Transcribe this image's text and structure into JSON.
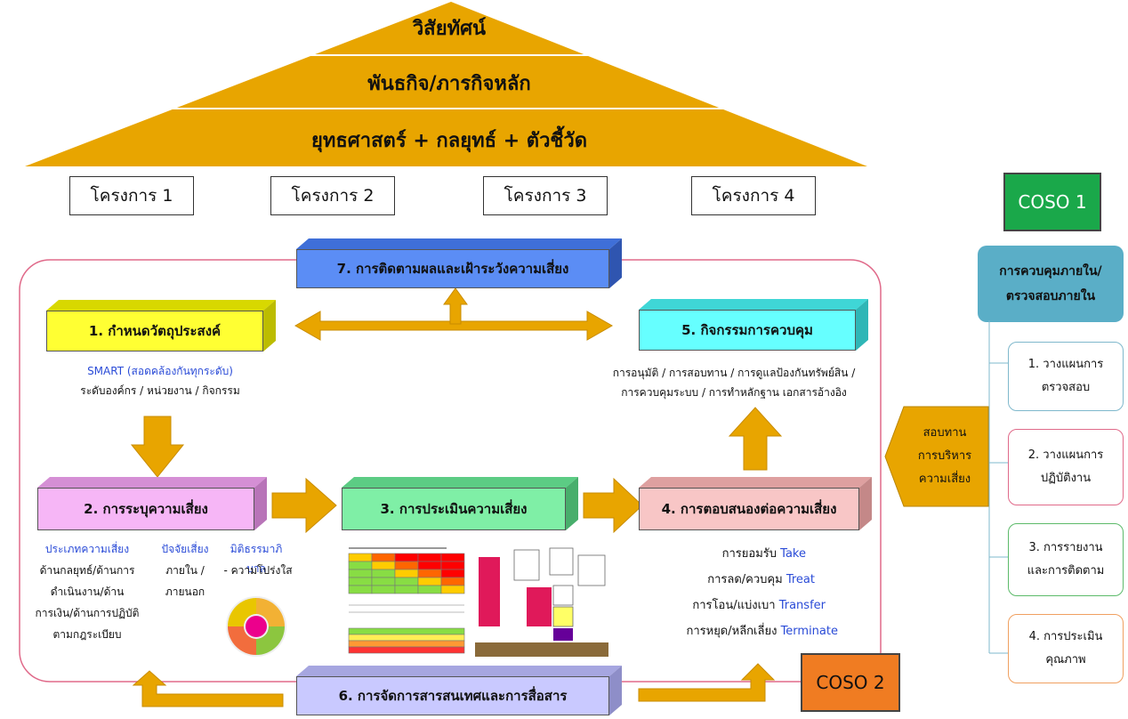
{
  "pyramid": {
    "vision": "วิสัยทัศน์",
    "mission": "พันธกิจ/ภารกิจหลัก",
    "strategy": "ยุทธศาสตร์ + กลยุทธ์ + ตัวชี้วัด"
  },
  "projects": [
    "โครงการ 1",
    "โครงการ 2",
    "โครงการ 3",
    "โครงการ 4"
  ],
  "steps": {
    "s1": "1. กำหนดวัตถุประสงค์",
    "s2": "2. การระบุความเสี่ยง",
    "s3": "3. การประเมินความเสี่ยง",
    "s4": "4. การตอบสนองต่อความเสี่ยง",
    "s5": "5. กิจกรรมการควบคุม",
    "s6": "6. การจัดการสารสนเทศและการสื่อสาร",
    "s7": "7. การติดตามผลและเฝ้าระวังความเสี่ยง"
  },
  "objective_notes": {
    "smart": "SMART (สอดคล้องกันทุกระดับ)",
    "levels": "ระดับองค์กร / หน่วยงาน / กิจกรรม"
  },
  "control_notes": {
    "line1": "การอนุมัติ / การสอบทาน / การดูแลป้องกันทรัพย์สิน /",
    "line2": "การควบคุมระบบ / การทำหลักฐาน เอกสารอ้างอิง"
  },
  "risk_identification": {
    "type_heading": "ประเภทความเสี่ยง",
    "type_lines": [
      "ด้านกลยุทธ์/ด้านการ",
      "ดำเนินงาน/ด้าน",
      "การเงิน/ด้านการปฏิบัติ",
      "ตามกฎระเบียบ"
    ],
    "factor_heading": "ปัจจัยเสี่ยง",
    "factor_lines": [
      "ภายใน /",
      "ภายนอก"
    ],
    "governance_heading": "มิติธรรมาภิบาล",
    "governance_lines": [
      "- ความโปร่งใส"
    ]
  },
  "responses": [
    {
      "th": "การยอมรับ",
      "en": "Take"
    },
    {
      "th": "การลด/ควบคุม",
      "en": "Treat"
    },
    {
      "th": "การโอน/แบ่งเบา",
      "en": "Transfer"
    },
    {
      "th": "การหยุด/หลีกเลี่ยง",
      "en": "Terminate"
    }
  ],
  "review": {
    "line1": "สอบทาน",
    "line2": "การบริหาร",
    "line3": "ความเสี่ยง"
  },
  "coso1": "COSO 1",
  "coso2": "COSO 2",
  "internal_control": {
    "line1": "การควบคุมภายใน/",
    "line2": "ตรวจสอบภายใน"
  },
  "side_items": [
    {
      "line1": "1. วางแผนการ",
      "line2": "ตรวจสอบ"
    },
    {
      "line1": "2. วางแผนการ",
      "line2": "ปฏิบัติงาน"
    },
    {
      "line1": "3. การรายงาน",
      "line2": "และการติดตาม"
    },
    {
      "line1": "4. การประเมิน",
      "line2": "คุณภาพ"
    }
  ],
  "colors": {
    "pyramid": "#e8a500",
    "arrow": "#e8a500",
    "step1": "#ffff33",
    "step2": "#f6b6f6",
    "step3": "#7fefa6",
    "step4": "#f8c6c6",
    "step5": "#66ffff",
    "step6": "#c9c9ff",
    "step7": "#5b8df5",
    "coso1": "#1aa84a",
    "coso2": "#f07c22",
    "internal_control": "#5aaec7"
  }
}
